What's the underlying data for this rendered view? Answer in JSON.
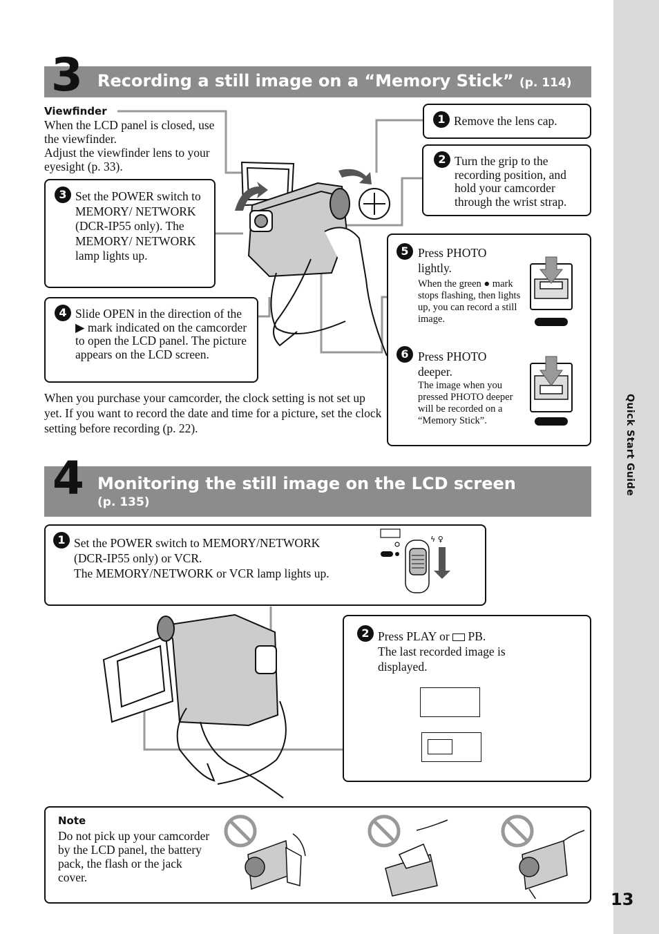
{
  "side_label": "Quick Start Guide",
  "page_number": "13",
  "section3": {
    "number": "3",
    "title": "Recording a still image on a “Memory Stick”",
    "ref": "(p. 114)",
    "viewfinder": {
      "heading": "Viewfinder",
      "text1": "When the LCD panel is closed, use the viewfinder.",
      "text2": "Adjust the viewfinder lens to your eyesight (p. 33)."
    },
    "step1": {
      "num": "1",
      "text": "Remove the lens cap."
    },
    "step2": {
      "num": "2",
      "text": "Turn the grip to the recording position, and hold your camcorder through the wrist strap."
    },
    "step3": {
      "num": "3",
      "text": "Set the POWER switch to MEMORY/ NETWORK (DCR-IP55 only). The MEMORY/ NETWORK lamp lights up."
    },
    "step4": {
      "num": "4",
      "text": "Slide OPEN in the direction of the ▶ mark indicated on the camcorder to open the LCD panel. The picture appears on the  LCD screen."
    },
    "step5": {
      "num": "5",
      "text": "Press PHOTO lightly.",
      "detail": "When the green ● mark stops flashing, then lights up, you can record a still image."
    },
    "step6": {
      "num": "6",
      "text": "Press PHOTO deeper.",
      "detail": "The image when you pressed PHOTO deeper will be recorded on a “Memory Stick”."
    },
    "clock_note": "When you purchase your camcorder, the clock setting is not set up yet. If you want to record the date and time for a picture, set the clock setting before recording (p. 22)."
  },
  "section4": {
    "number": "4",
    "title": "Monitoring the still image on the LCD screen",
    "ref": "(p. 135)",
    "step1": {
      "num": "1",
      "line1": "Set the POWER switch to MEMORY/NETWORK",
      "line2": "(DCR-IP55 only) or VCR.",
      "line3": "The MEMORY/NETWORK or VCR lamp lights up."
    },
    "step2": {
      "num": "2",
      "line1a": "Press PLAY or",
      "line1b": "PB.",
      "line2": "The last recorded image is displayed."
    }
  },
  "note": {
    "heading": "Note",
    "text": "Do not pick up your camcorder by the LCD panel, the battery pack, the flash or the jack cover."
  }
}
